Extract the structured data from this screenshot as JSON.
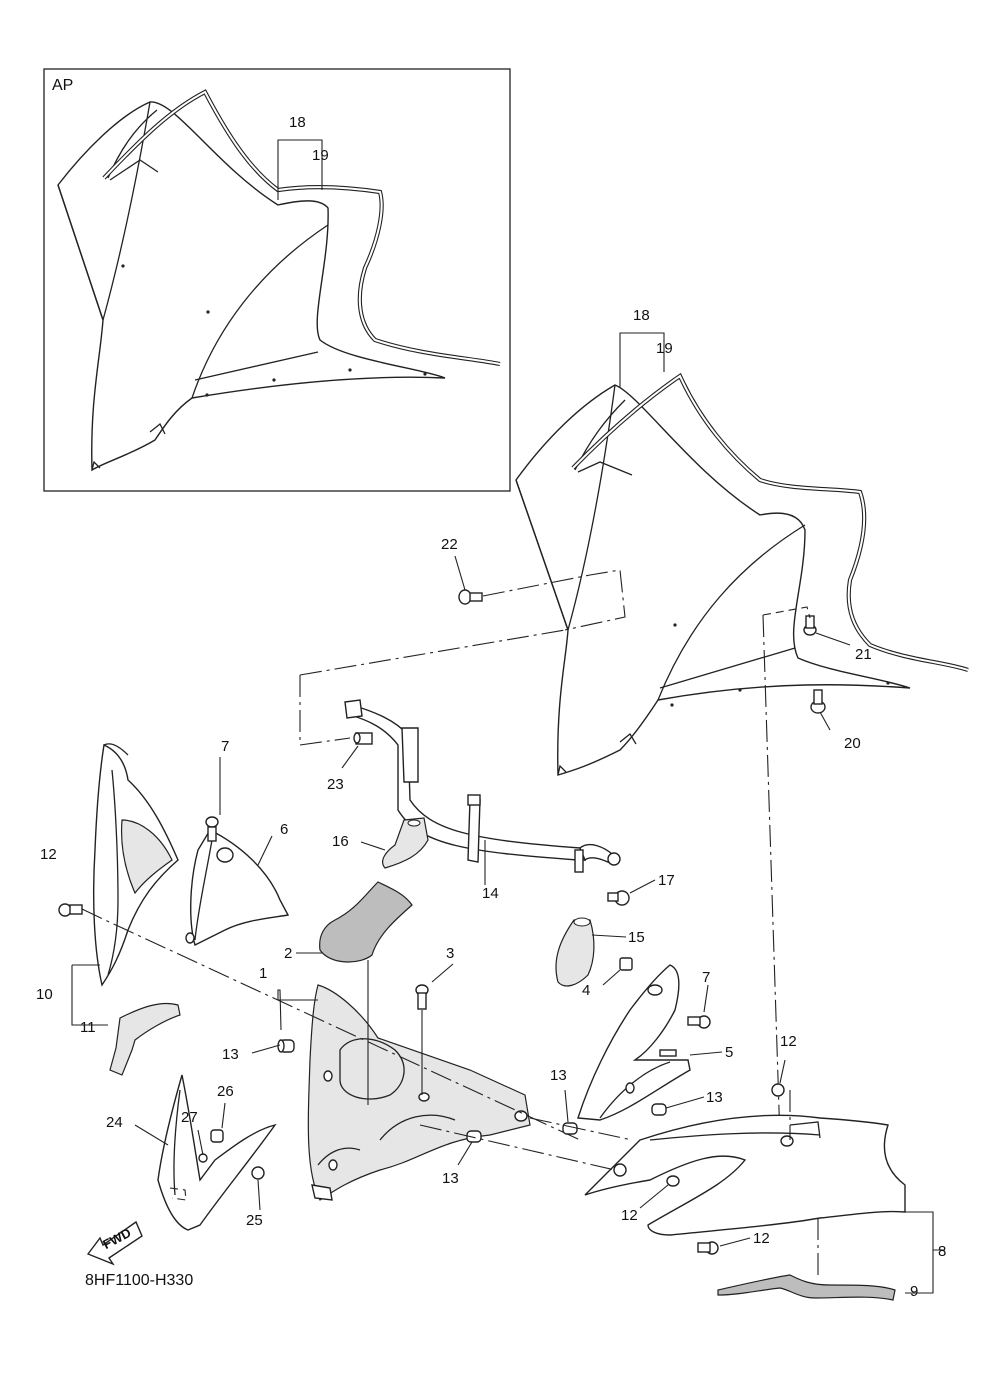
{
  "inset": {
    "label": "AP"
  },
  "callouts": {
    "c1": "1",
    "c2": "2",
    "c3": "3",
    "c4": "4",
    "c5": "5",
    "c6": "6",
    "c7a": "7",
    "c7b": "7",
    "c8": "8",
    "c9": "9",
    "c10": "10",
    "c11": "11",
    "c12a": "12",
    "c12b": "12",
    "c12c": "12",
    "c12d": "12",
    "c13a": "13",
    "c13b": "13",
    "c13c": "13",
    "c13d": "13",
    "c14": "14",
    "c15": "15",
    "c16": "16",
    "c17": "17",
    "c18a": "18",
    "c18b": "18",
    "c19a": "19",
    "c19b": "19",
    "c20": "20",
    "c21": "21",
    "c22": "22",
    "c23": "23",
    "c24": "24",
    "c25": "25",
    "c26": "26",
    "c27": "27"
  },
  "fwd_label": "FWD",
  "diagram_code": "8HF1100-H330"
}
